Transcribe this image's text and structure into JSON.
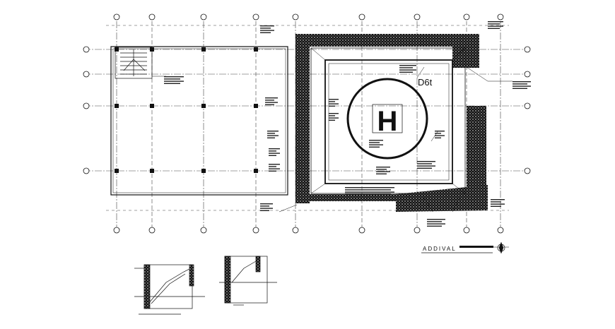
{
  "drawing": {
    "helipad_marking": "H",
    "dimension_label": "D6t",
    "view_title": "ADDIVAL"
  },
  "colors": {
    "line": "#111111",
    "hatch": "#1a1a1a",
    "background": "#ffffff"
  }
}
